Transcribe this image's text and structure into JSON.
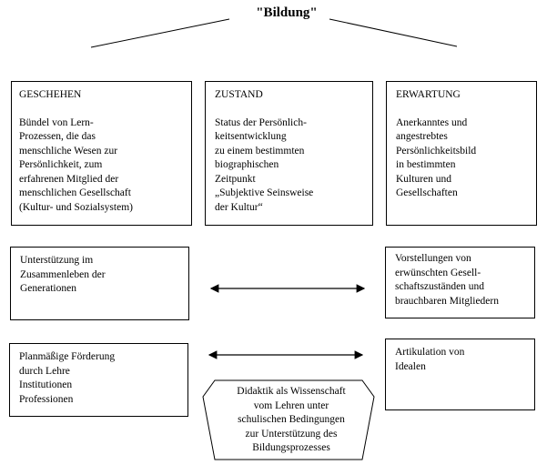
{
  "title": "\"Bildung\"",
  "columns": [
    {
      "heading": "GESCHEHEN",
      "lines": [
        "Bündel von Lern-",
        "Prozessen, die das",
        "menschliche Wesen zur",
        "Persönlichkeit, zum",
        "erfahrenen Mitglied der",
        "menschlichen Gesellschaft",
        "(Kultur- und Sozialsystem)"
      ]
    },
    {
      "heading": "ZUSTAND",
      "lines": [
        "Status der Persönlich-",
        "keitsentwicklung",
        "zu einem bestimmten",
        "biographischen",
        "Zeitpunkt",
        "„Subjektive Seinsweise",
        "der Kultur“"
      ]
    },
    {
      "heading": "ERWARTUNG",
      "lines": [
        "Anerkanntes und",
        "angestrebtes",
        "Persönlichkeitsbild",
        "in bestimmten",
        "Kulturen und",
        "Gesellschaften"
      ]
    }
  ],
  "left_boxes": [
    {
      "lines": [
        "Unterstützung im",
        "Zusammenleben der",
        "Generationen"
      ]
    },
    {
      "lines": [
        "Planmäßige Förderung",
        "durch Lehre",
        "Institutionen",
        "Professionen"
      ]
    }
  ],
  "right_boxes": [
    {
      "lines": [
        "Vorstellungen von",
        "erwünschten Gesell-",
        "schaftszuständen und",
        "brauchbaren Mitgliedern"
      ]
    },
    {
      "lines": [
        "Artikulation von",
        "Idealen"
      ]
    }
  ],
  "center_hexagon": {
    "lines": [
      "Didaktik als Wissenschaft",
      "vom Lehren unter",
      "schulischen Bedingungen",
      "zur Unterstützung des",
      "Bildungsprozesses"
    ]
  }
}
